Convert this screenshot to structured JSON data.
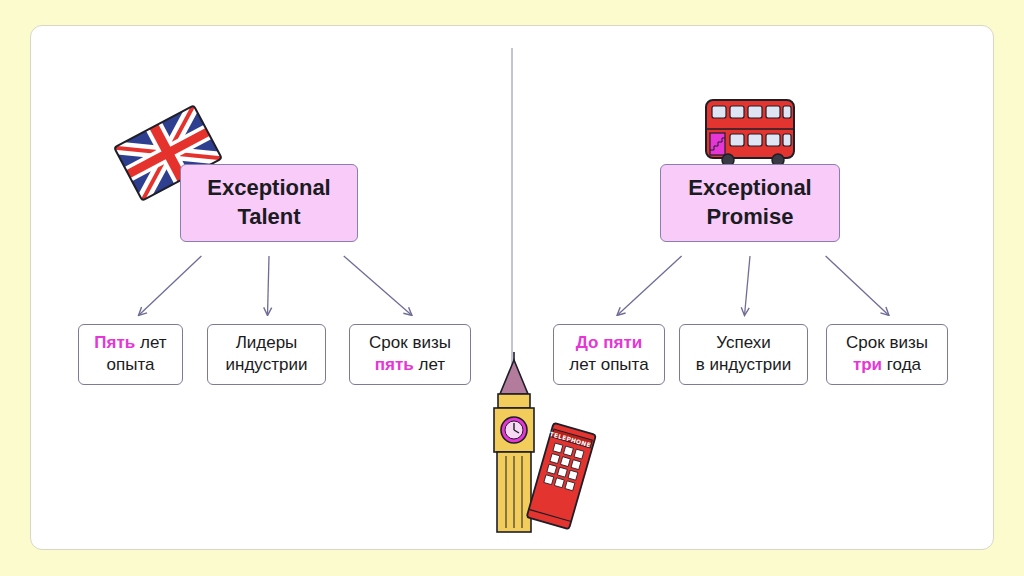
{
  "diagram": {
    "nodes": [
      {
        "text": [
          "Exceptional Talent"
        ]
      },
      {
        "text": [
          "Пять лет опыта"
        ]
      },
      {
        "text": [
          "Лидеры индустрии"
        ]
      },
      {
        "text": [
          "Срок визы пять лет"
        ]
      },
      {
        "text": [
          "Exceptional Promise"
        ]
      },
      {
        "text": [
          "До пяти лет опыта"
        ]
      },
      {
        "text": [
          "Успехи в индустрии"
        ]
      },
      {
        "text": [
          "Срок визы три года"
        ]
      }
    ],
    "edges": [
      {
        "from": 0,
        "to": 1,
        "arrow": "to"
      },
      {
        "from": 0,
        "to": 2,
        "arrow": "to"
      },
      {
        "from": 0,
        "to": 3,
        "arrow": "to"
      },
      {
        "from": 4,
        "to": 5,
        "arrow": "to"
      },
      {
        "from": 4,
        "to": 6,
        "arrow": "to"
      },
      {
        "from": 4,
        "to": 7,
        "arrow": "to"
      }
    ],
    "labels": [
      "TELEPHONE"
    ]
  }
}
